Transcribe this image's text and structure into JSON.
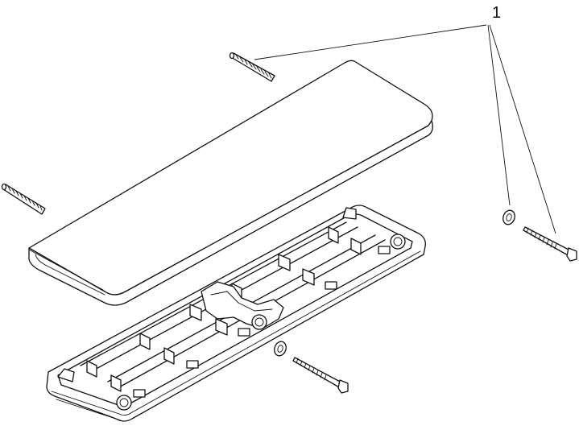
{
  "diagram": {
    "callouts": [
      {
        "id": "1",
        "label": "1"
      }
    ],
    "parts": [
      {
        "name": "wall-plug",
        "count": 2
      },
      {
        "name": "washer",
        "count": 2
      },
      {
        "name": "screw",
        "count": 2
      },
      {
        "name": "shelf-plate"
      },
      {
        "name": "mounting-bracket"
      }
    ],
    "colors": {
      "line": "#111111",
      "background": "#ffffff"
    }
  }
}
